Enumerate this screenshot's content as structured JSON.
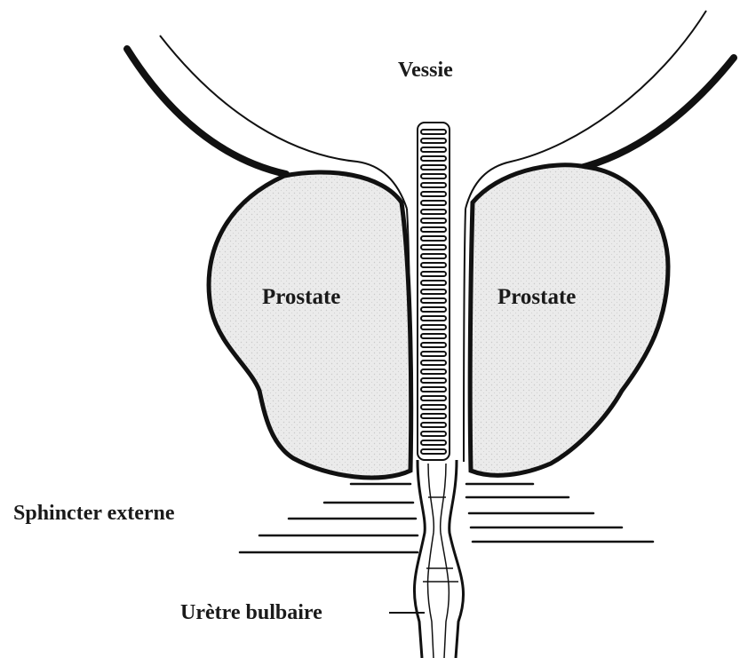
{
  "diagram": {
    "labels": {
      "bladder": "Vessie",
      "prostate_left": "Prostate",
      "prostate_right": "Prostate",
      "external_sphincter": "Sphincter externe",
      "bulbar_urethra": "Urètre bulbaire"
    },
    "colors": {
      "ink": "#111111",
      "prostate_fill": "#e8e8e8",
      "background": "#ffffff"
    }
  }
}
